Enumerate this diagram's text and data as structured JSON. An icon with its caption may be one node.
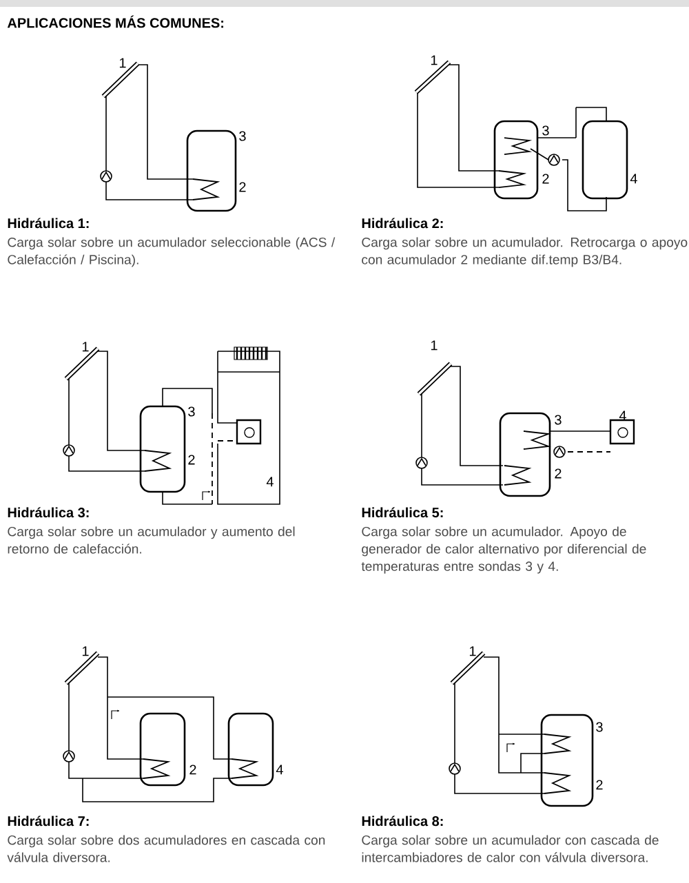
{
  "diagram": {
    "title": "APLICACIONES MÁS COMUNES:",
    "labels": [
      "1",
      "3",
      "2",
      "Hidráulica 1:",
      "Carga solar sobre un acumulador seleccionable (ACS / Calefacción / Piscina).",
      "1",
      "3",
      "2",
      "4",
      "Hidráulica 2:",
      "Carga solar sobre un acumulador. Retrocarga o apoyo con acumulador 2 mediante dif.temp B3/B4.",
      "1",
      "3",
      "2",
      "4",
      "Hidráulica 3:",
      "Carga solar sobre un acumulador y aumento del retorno de calefacción.",
      "1",
      "4",
      "3",
      "2",
      "Hidráulica 5:",
      "Carga solar sobre un acumulador. Apoyo de generador de calor alternativo por diferencial de temperaturas entre sondas 3 y 4.",
      "1",
      "2",
      "4",
      "Hidráulica 7:",
      "Carga solar sobre dos acumuladores en cascada con válvula diversora.",
      "1",
      "3",
      "2",
      "Hidráulica 8:",
      "Carga solar sobre un acumulador con cascada de intercambiadores de calor con válvula diversora."
    ]
  }
}
